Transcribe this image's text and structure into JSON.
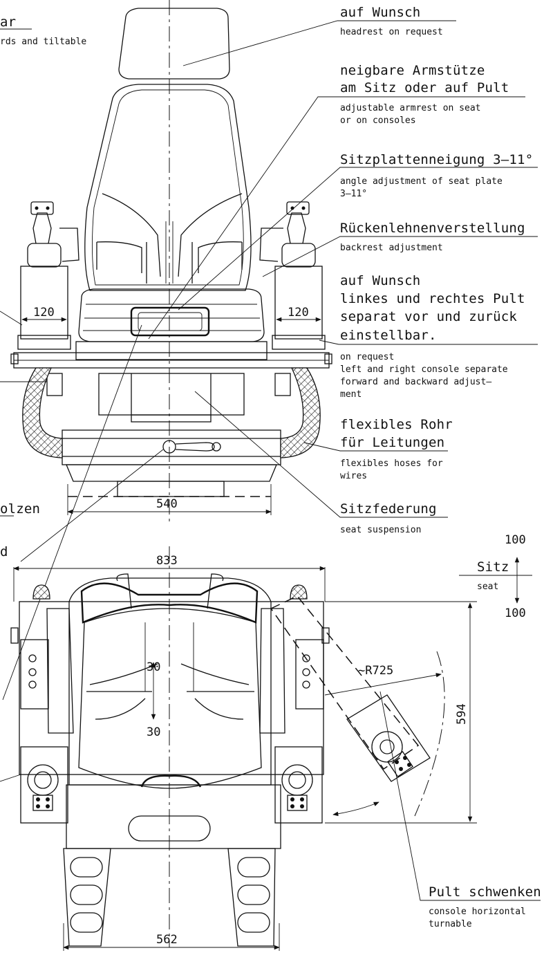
{
  "labels": {
    "headrest_de": "auf Wunsch",
    "headrest_en": "headrest on request",
    "armrest_de_1": "neigbare Armstütze",
    "armrest_de_2": "am Sitz oder auf Pult",
    "armrest_en_1": "adjustable armrest on seat",
    "armrest_en_2": "or on consoles",
    "seatplate_de": "Sitzplattenneigung 3–11°",
    "seatplate_en_1": "angle adjustment of seat plate",
    "seatplate_en_2": "3–11°",
    "backrest_de": "Rückenlehnenverstellung",
    "backrest_en": "backrest adjustment",
    "console_de_1": "auf Wunsch",
    "console_de_2": "linkes und rechtes Pult",
    "console_de_3": "separat vor und zurück",
    "console_de_4": "einstellbar.",
    "console_en_1": "on request",
    "console_en_2": "left and right console separate",
    "console_en_3": "forward and backward adjust–",
    "console_en_4": "ment",
    "hose_de_1": "flexibles Rohr",
    "hose_de_2": "für Leitungen",
    "hose_en_1": "flexibles hoses for",
    "hose_en_2": "wires",
    "suspension_de": "Sitzfederung",
    "suspension_en": "seat suspension",
    "seat_de": "Sitz",
    "seat_en": "seat",
    "turn_de": "Pult schwenken",
    "turn_en_1": "console horizontal",
    "turn_en_2": "turnable",
    "left_bar": "ar",
    "left_tilt": "rds and tiltable",
    "left_bolt": "olzen",
    "left_mark": "d"
  },
  "dimensions": {
    "console_width_left": "120",
    "console_width_right": "120",
    "base_width": "540",
    "overall_width": "833",
    "seat_travel_up": "100",
    "seat_travel_down": "100",
    "swivel_radius": "~R725",
    "depth": "594",
    "cushion_up": "30",
    "cushion_down": "30",
    "bottom_width": "562"
  }
}
